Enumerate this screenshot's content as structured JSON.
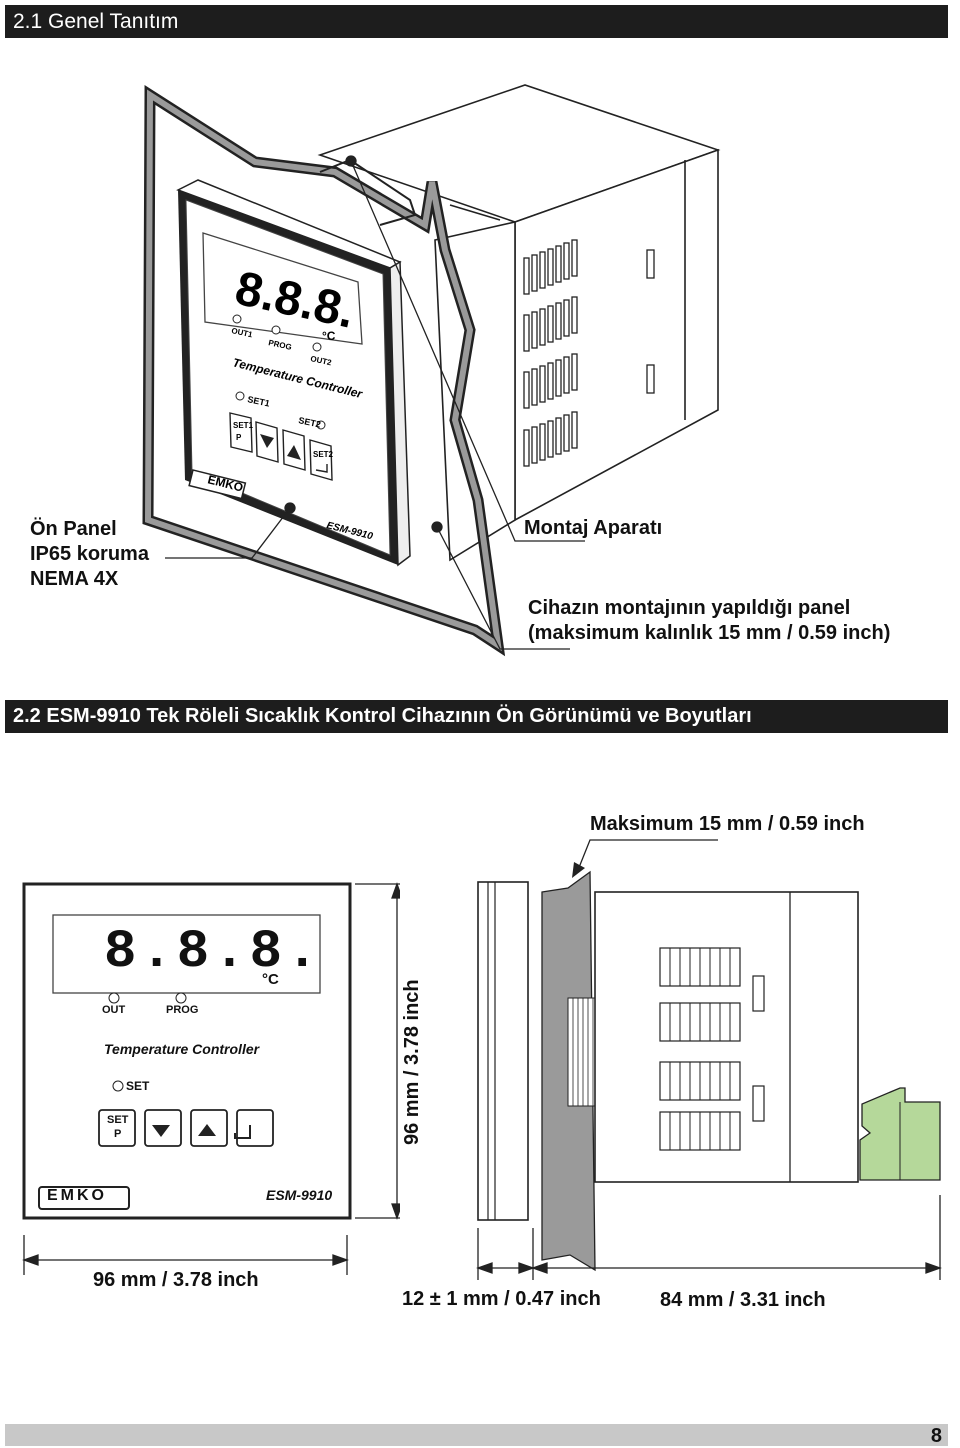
{
  "section1": {
    "title": "2.1 Genel Tanıtım",
    "labels": {
      "front_panel": [
        "Ön Panel",
        "IP65 koruma",
        "NEMA 4X"
      ],
      "mounting_bracket": "Montaj Aparatı",
      "panel_note": [
        "Cihazın montajının yapıldığı panel",
        "(maksimum kalınlık 15 mm / 0.59 inch)"
      ]
    }
  },
  "section2": {
    "title": "2.2 ESM-9910 Tek Röleli Sıcaklık Kontrol Cihazının Ön Görünümü ve Boyutları",
    "max_thickness": "Maksimum 15 mm / 0.59 inch",
    "dim_height": "96 mm / 3.78 inch",
    "dim_width": "96 mm / 3.78 inch",
    "dim_front_depth": "12 ± 1 mm / 0.47 inch",
    "dim_body_depth": "84 mm / 3.31 inch"
  },
  "device": {
    "display": "8.8.8.",
    "unit": "°C",
    "name": "Temperature Controller",
    "brand": "EMKO",
    "model": "ESM-9910",
    "perspective_leds": [
      "OUT1",
      "PROG",
      "OUT2"
    ],
    "perspective_set_leds": [
      "SET1",
      "SET2"
    ],
    "perspective_buttons": {
      "set1": "SET1",
      "p": "P",
      "set2": "SET2"
    },
    "front_leds": [
      "OUT",
      "PROG"
    ],
    "front_set_led": "SET",
    "front_buttons": {
      "set": "SET",
      "p": "P"
    }
  },
  "colors": {
    "bar": "#1d1d1d",
    "connector": "#b5d89a",
    "panel": "#9a9a9a"
  },
  "page_number": "8"
}
